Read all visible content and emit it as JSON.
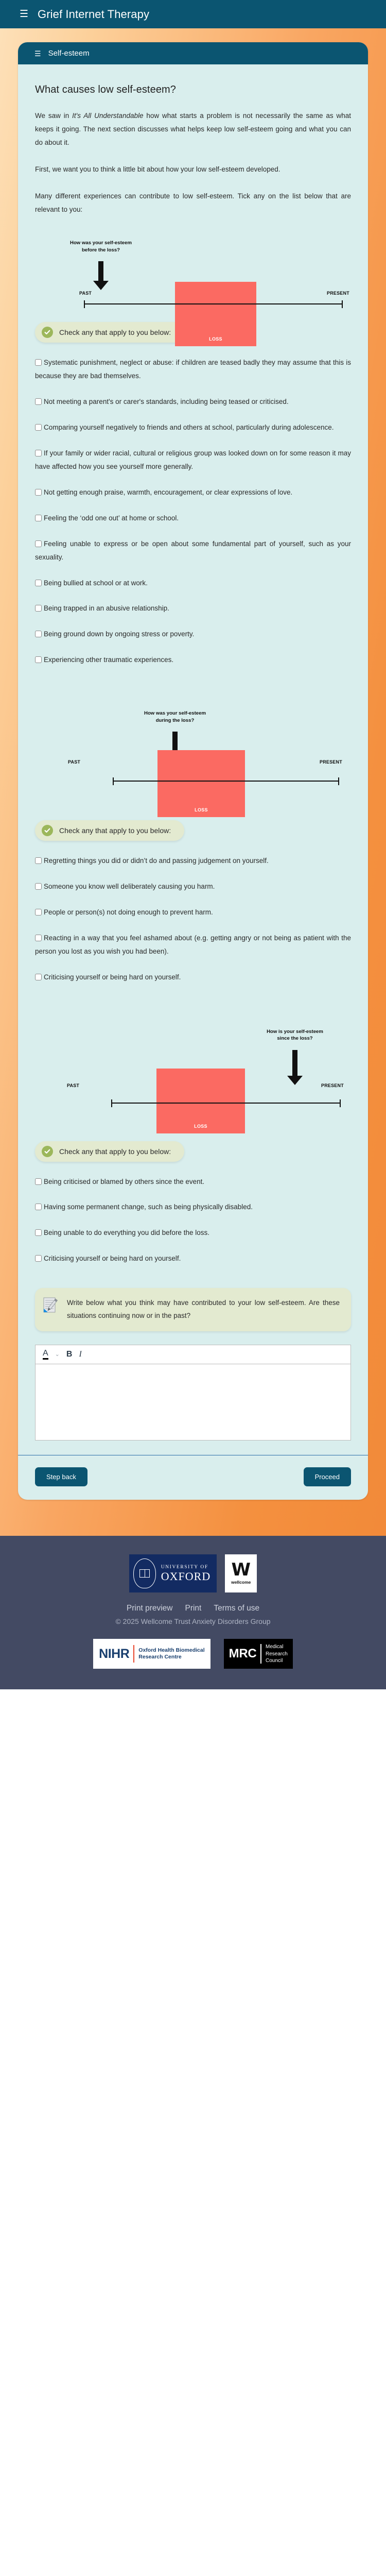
{
  "appbar": {
    "menu_icon": "hamburger-menu-icon",
    "title": "Grief Internet Therapy"
  },
  "card": {
    "menu_icon": "hamburger-menu-icon",
    "title": "Self-esteem"
  },
  "main": {
    "page_title": "What causes low self-esteem?",
    "paragraphs": [
      {
        "before": "We saw in ",
        "italic": "It's All Understandable",
        "after": " how what starts a problem is not necessarily the same as what keeps it going. The next section discusses what helps keep low self-esteem going and what you can do about it."
      },
      {
        "before": "First, we want you to think a little bit about how your low self-esteem developed.",
        "italic": "",
        "after": ""
      },
      {
        "before": "Many different experiences can contribute to low self-esteem. Tick any on the list below that are relevant to you:",
        "italic": "",
        "after": ""
      }
    ],
    "check_banner_label": "Check any that apply to you below:",
    "sections": [
      {
        "diagram": {
          "caption": "How was your self-esteem\nbefore the loss?",
          "past_label": "PAST",
          "present_label": "PRESENT",
          "loss_label": "LOSS",
          "arrow_position": "before-loss"
        },
        "items": [
          "Systematic punishment, neglect or abuse: if children are teased badly they may assume that this is because they are bad themselves.",
          "Not meeting a parent's or carer's standards, including being teased or criticised.",
          "Comparing yourself negatively to friends and others at school, particularly during adolescence.",
          "If your family or wider racial, cultural or religious group was looked down on for some reason it may have affected how you see yourself more generally.",
          "Not getting enough praise, warmth, encouragement, or clear expressions of love.",
          "Feeling the ‘odd one out’ at home or school.",
          "Feeling unable to express or be open about some fundamental part of yourself, such as your sexuality.",
          "Being bullied at school or at work.",
          "Being trapped in an abusive relationship.",
          "Being ground down by ongoing stress or poverty.",
          "Experiencing other traumatic experiences."
        ]
      },
      {
        "diagram": {
          "caption": "How was your self-esteem\nduring the loss?",
          "past_label": "PAST",
          "present_label": "PRESENT",
          "loss_label": "LOSS",
          "arrow_position": "during-loss"
        },
        "items": [
          "Regretting things you did or didn’t do and passing judgement on yourself.",
          "Someone you know well deliberately causing you harm.",
          "People or person(s) not doing enough to prevent harm.",
          "Reacting in a way that you feel ashamed about (e.g. getting angry or not being as patient with the person you lost as you wish you had been).",
          "Criticising yourself or being hard on yourself."
        ]
      },
      {
        "diagram": {
          "caption": "How is your self-esteem\nsince the loss?",
          "past_label": "PAST",
          "present_label": "PRESENT",
          "loss_label": "LOSS",
          "arrow_position": "since-loss"
        },
        "items": [
          "Being criticised or blamed by others since the event.",
          "Having some permanent change, such as being physically disabled.",
          "Being unable to do everything you did before the loss.",
          "Criticising yourself or being hard on yourself."
        ]
      }
    ],
    "write_banner": {
      "icon": "notepad-pen-icon",
      "text": "Write below what you think may have contributed to your low self-esteem. Are these situations continuing now or in the past?"
    },
    "editor": {
      "font_color_label": "A",
      "caret_label": "⌄",
      "bold_label": "B",
      "italic_label": "I",
      "value": ""
    },
    "nav": {
      "back_label": "Step back",
      "proceed_label": "Proceed"
    }
  },
  "footer": {
    "oxford": {
      "line1": "UNIVERSITY OF",
      "line2": "OXFORD"
    },
    "wellcome": {
      "mark": "W",
      "name": "wellcome"
    },
    "links": [
      "Print preview",
      "Print",
      "Terms of use"
    ],
    "copyright": "© 2025 Wellcome Trust Anxiety Disorders Group",
    "nihr": {
      "mark": "NIHR",
      "line1": "Oxford Health Biomedical",
      "line2": "Research Centre"
    },
    "mrc": {
      "mark": "MRC",
      "line1": "Medical",
      "line2": "Research",
      "line3": "Council"
    }
  },
  "colors": {
    "brand_dark": "#0b5571",
    "card_bg": "#d9eeed",
    "banner_bg": "#e3ead0",
    "tick_green": "#9cb75b",
    "loss_red": "#fb6a62",
    "footer_bg": "#434a63"
  }
}
